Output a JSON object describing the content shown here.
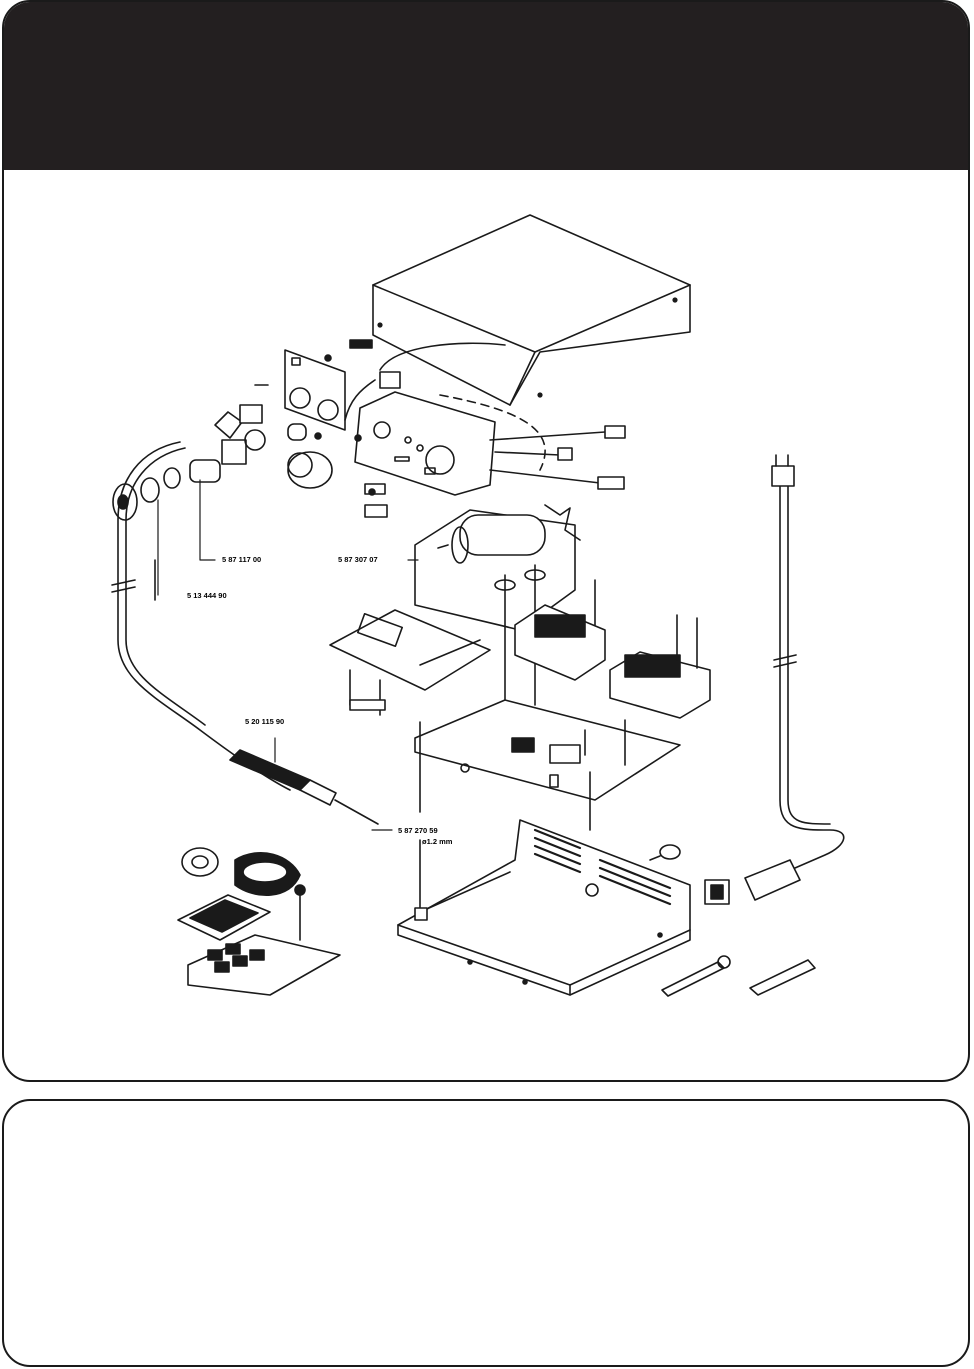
{
  "part_numbers": {
    "p1": "5 87 117 00",
    "p2": "5 13 444 90",
    "p3": "5 87 307 07",
    "p4": "5 20 115 90",
    "p5": "5 87 270 59",
    "p6": "ø1.2 mm"
  },
  "colors": {
    "header": "#231f20",
    "line": "#1a1a1a"
  }
}
